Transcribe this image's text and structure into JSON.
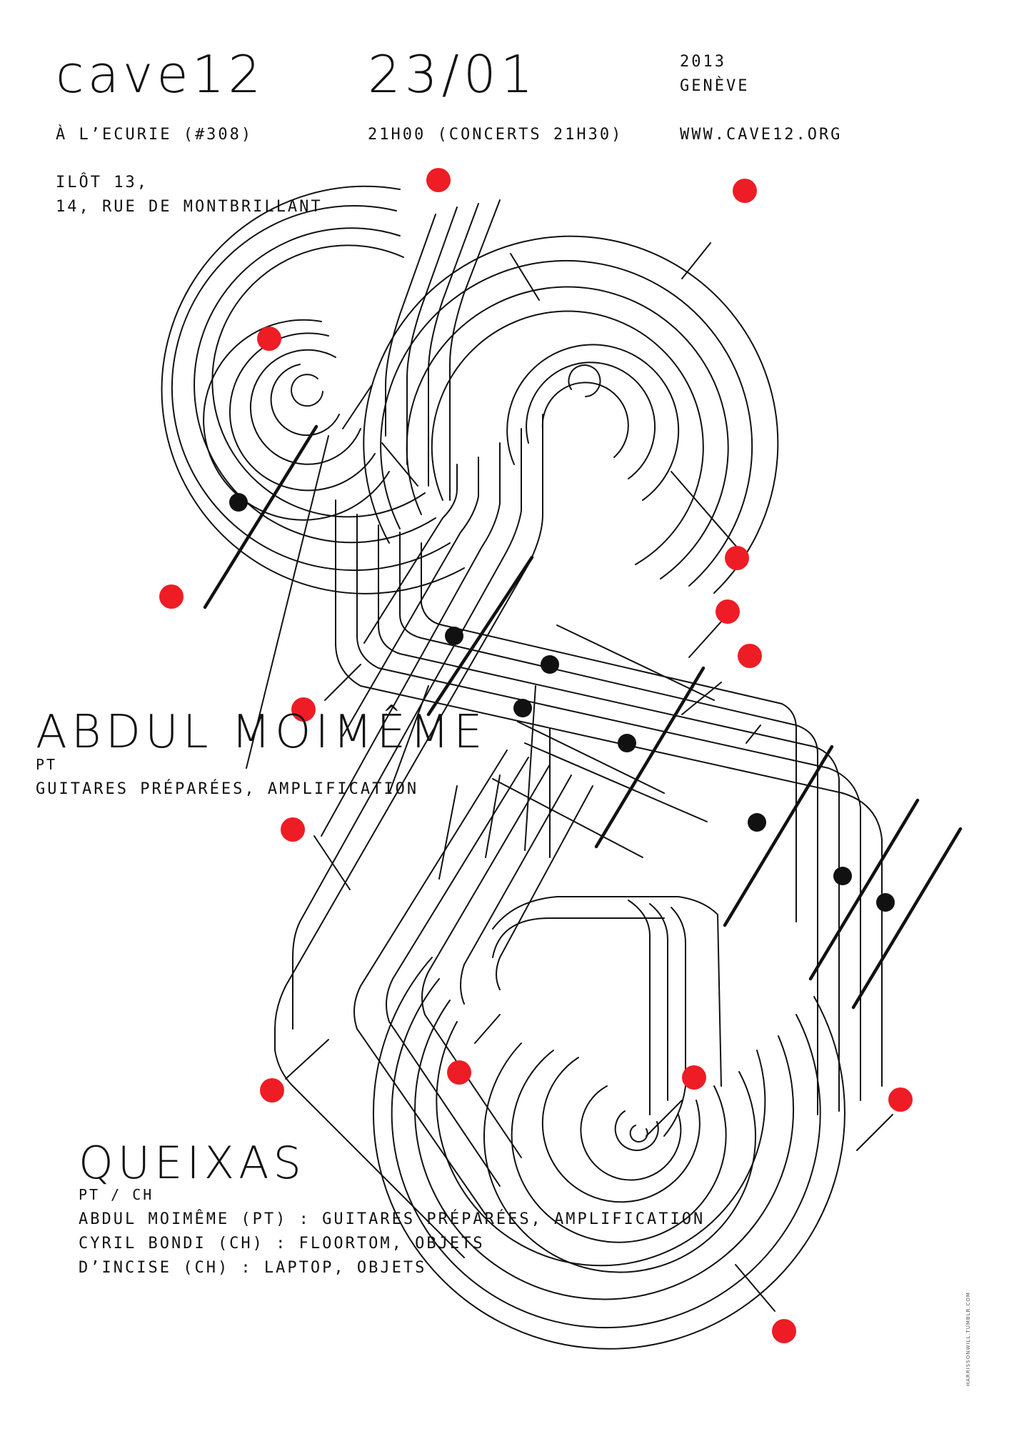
{
  "header": {
    "venue": "cave12",
    "date": "23/01",
    "year": "2013",
    "city": "GENÈVE"
  },
  "info": {
    "place": "À L’ECURIE (#308)",
    "time": "21H00 (CONCERTS 21H30)",
    "website": "WWW.CAVE12.ORG"
  },
  "address": {
    "line1": "ILÔT 13,",
    "line2": "14, RUE DE MONTBRILLANT"
  },
  "artists": [
    {
      "name": "ABDUL MOIMÊME",
      "origin": "PT",
      "description": "GUITARES PRÉPARÉES, AMPLIFICATION"
    },
    {
      "name": "QUEIXAS",
      "origin": "PT / CH",
      "lines": [
        "ABDUL MOIMÊME (PT) : GUITARES PRÉPARÉES, AMPLIFICATION",
        "CYRIL BONDI (CH) : FLOORTOM, OBJETS",
        "D’INCISE (CH) : LAPTOP, OBJETS"
      ]
    }
  ],
  "credit": "HARRISSONWILL.TUMBLR.COM",
  "colors": {
    "ink": "#111111",
    "accent": "#ee1c25",
    "background": "#ffffff"
  }
}
